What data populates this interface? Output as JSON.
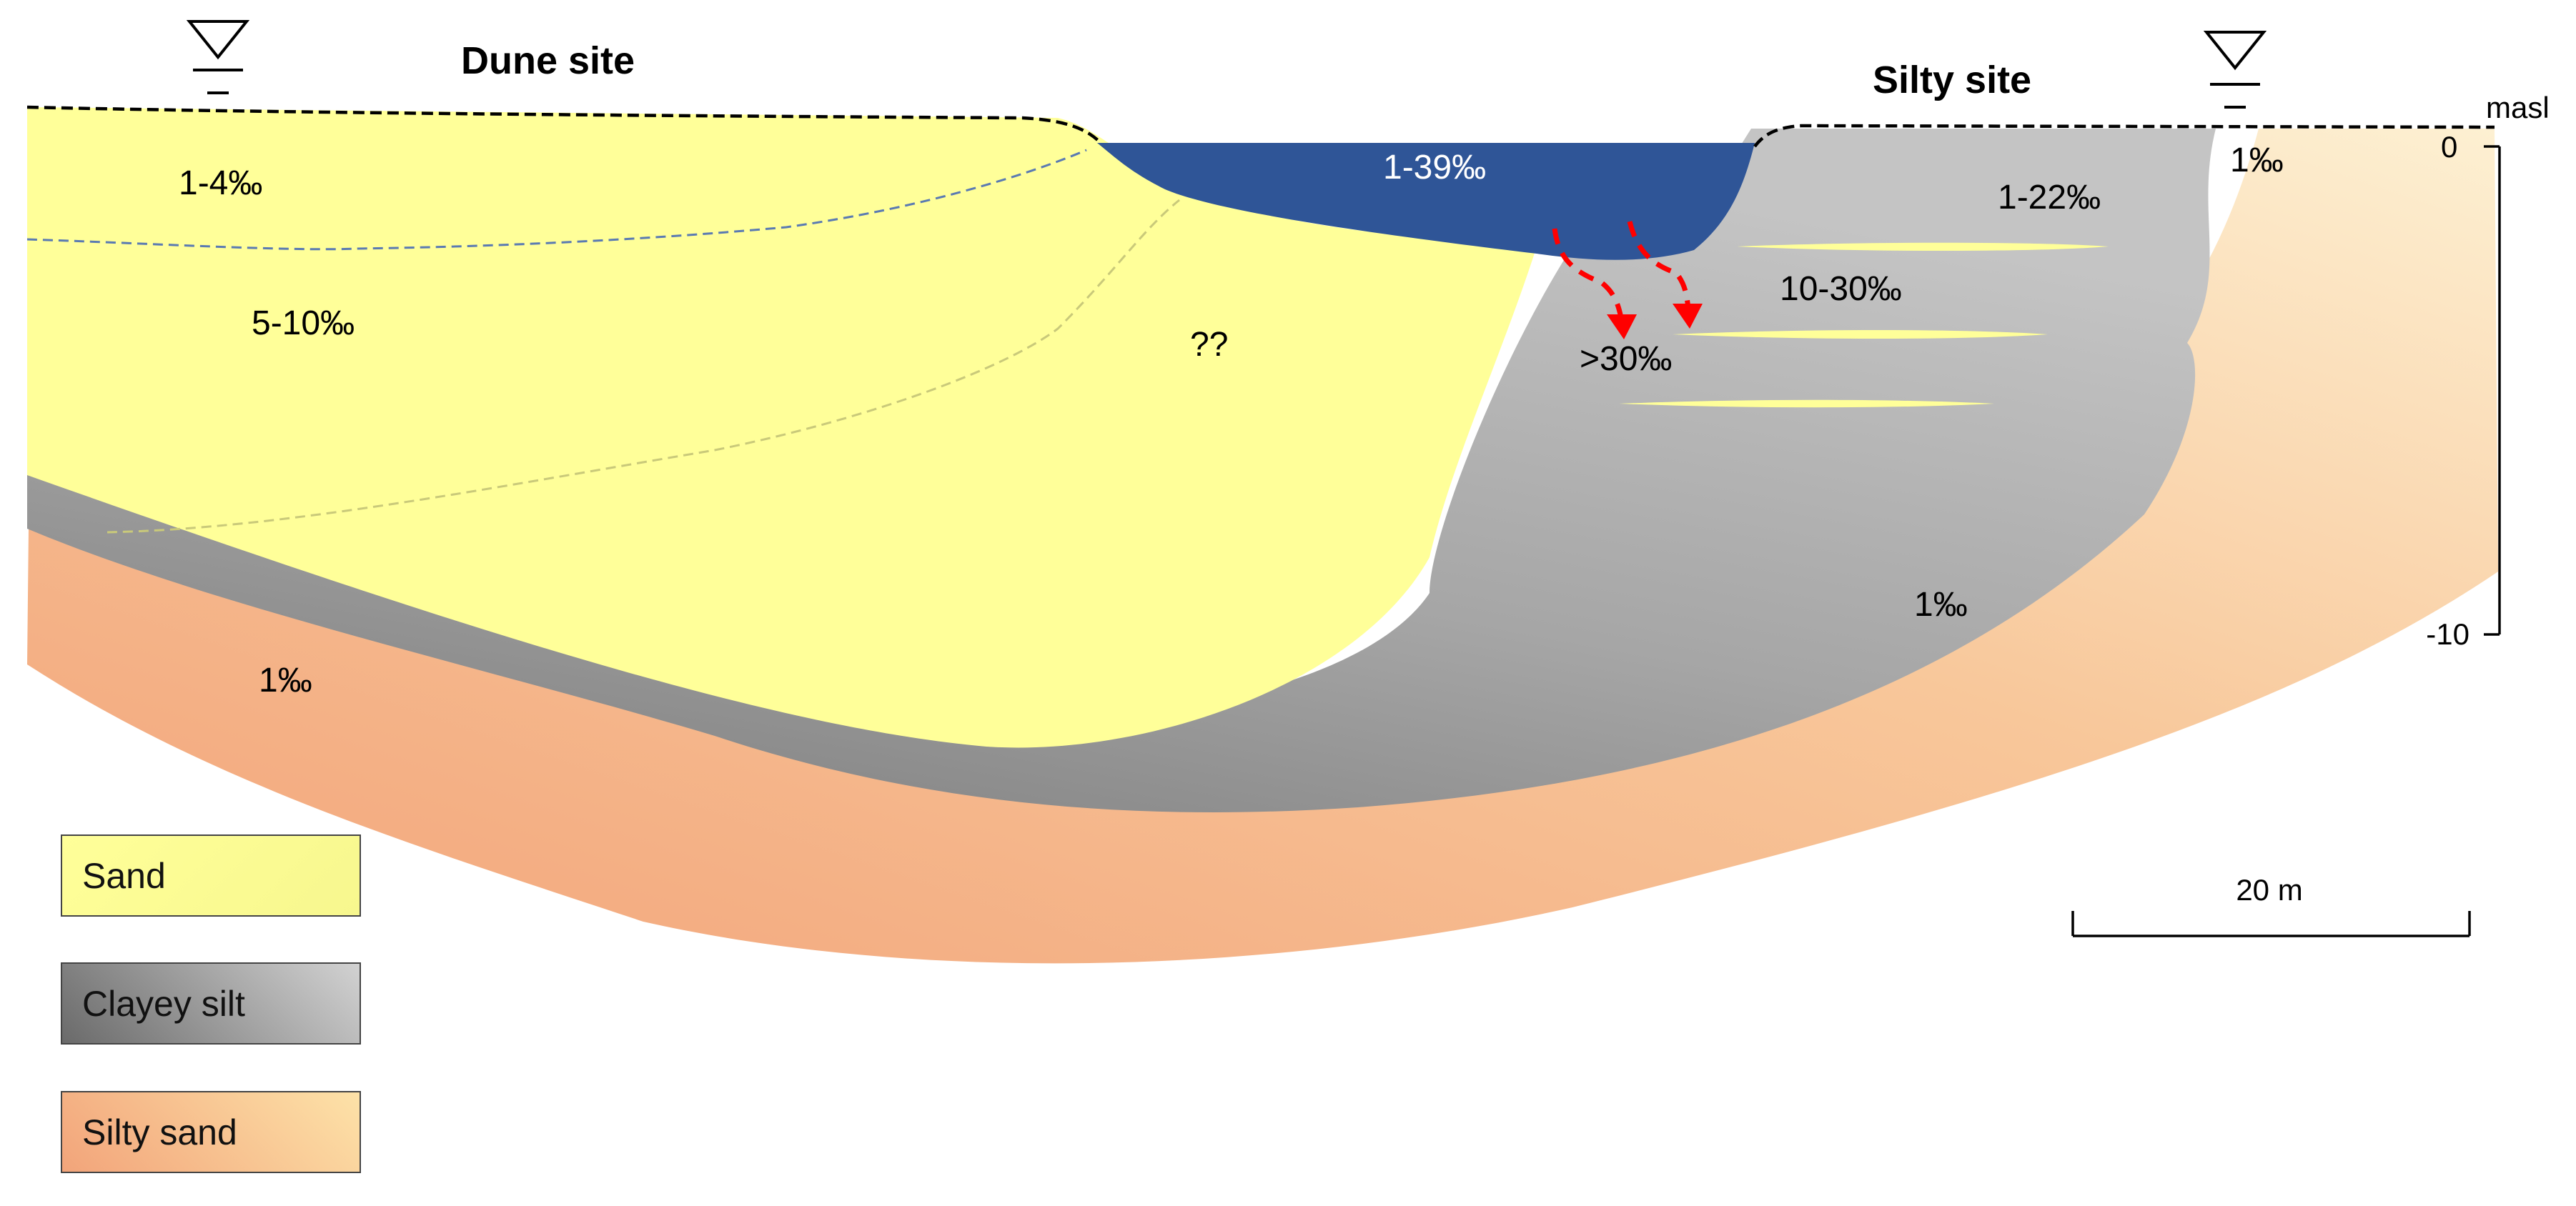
{
  "sites": {
    "dune": "Dune site",
    "silty": "Silty site"
  },
  "salinity": {
    "dune_top": "1-4‰",
    "dune_mid": "5-10‰",
    "unknown": "??",
    "lake": "1-39‰",
    "silty_top": "1-22‰",
    "silty_mid": "10-30‰",
    "deep": ">30‰",
    "right_top": "1‰",
    "right_mid": "1‰",
    "bottom_left": "1‰"
  },
  "scale": {
    "unit": "masl",
    "tick_top": "0",
    "tick_bottom": "-10",
    "bar_label": "20 m"
  },
  "legend": [
    {
      "label": "Sand",
      "color_from": "#ffff99",
      "color_to": "#f7f78e"
    },
    {
      "label": "Clayey silt",
      "color_from": "#707070",
      "color_to": "#d0d0d0"
    },
    {
      "label": "Silty sand",
      "color_from": "#f2a47a",
      "color_to": "#fde2a8"
    }
  ],
  "colors": {
    "sand": "#ffff99",
    "lake": "#2f5597",
    "arrow": "#ff0000",
    "silt_dark": "#7f7f7f",
    "silt_light": "#c0c0c0",
    "silty_sand_dark": "#f3ad83",
    "silty_sand_light": "#fdeccc"
  },
  "icons": [
    "water-table-icon",
    "water-table-icon"
  ]
}
